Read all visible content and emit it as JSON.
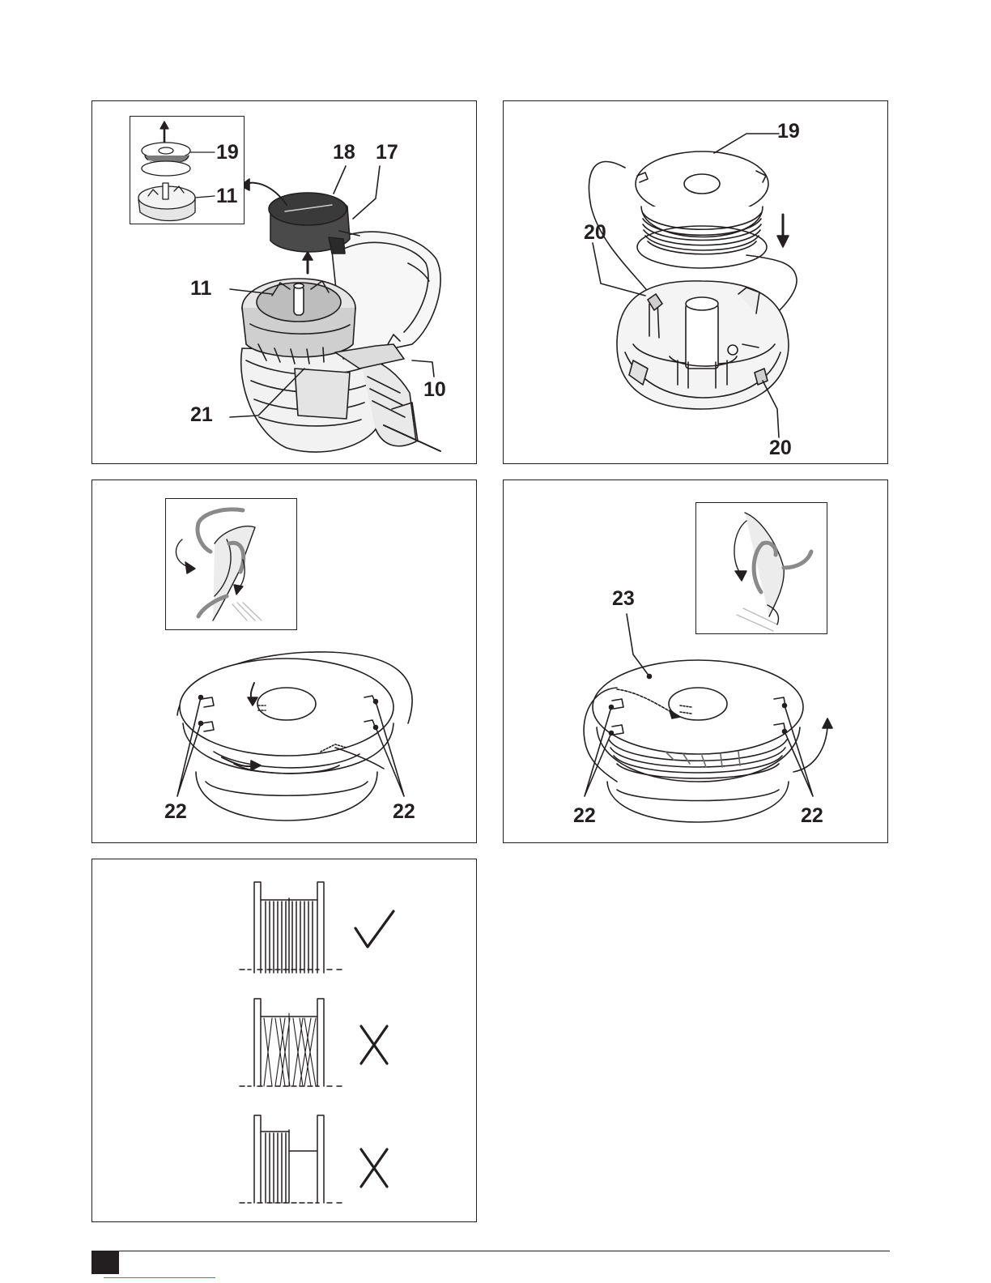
{
  "fig1": {
    "callouts": {
      "c19": "19",
      "c11a": "11",
      "c18": "18",
      "c17": "17",
      "c11b": "11",
      "c10": "10",
      "c21": "21"
    }
  },
  "fig2": {
    "callouts": {
      "c19": "19",
      "c20a": "20",
      "c20b": "20"
    }
  },
  "fig3": {
    "callouts": {
      "c22a": "22",
      "c22b": "22"
    }
  },
  "fig4": {
    "callouts": {
      "c23": "23",
      "c22a": "22",
      "c22b": "22"
    }
  },
  "fig5": {
    "rows": [
      {
        "result": "correct",
        "icon": "check-mark-icon"
      },
      {
        "result": "incorrect",
        "icon": "cross-mark-icon"
      },
      {
        "result": "incorrect",
        "icon": "cross-mark-icon"
      }
    ]
  },
  "colors": {
    "ink": "#231f20",
    "grey": "#9a9a9a",
    "link": "#5b6fd6"
  }
}
